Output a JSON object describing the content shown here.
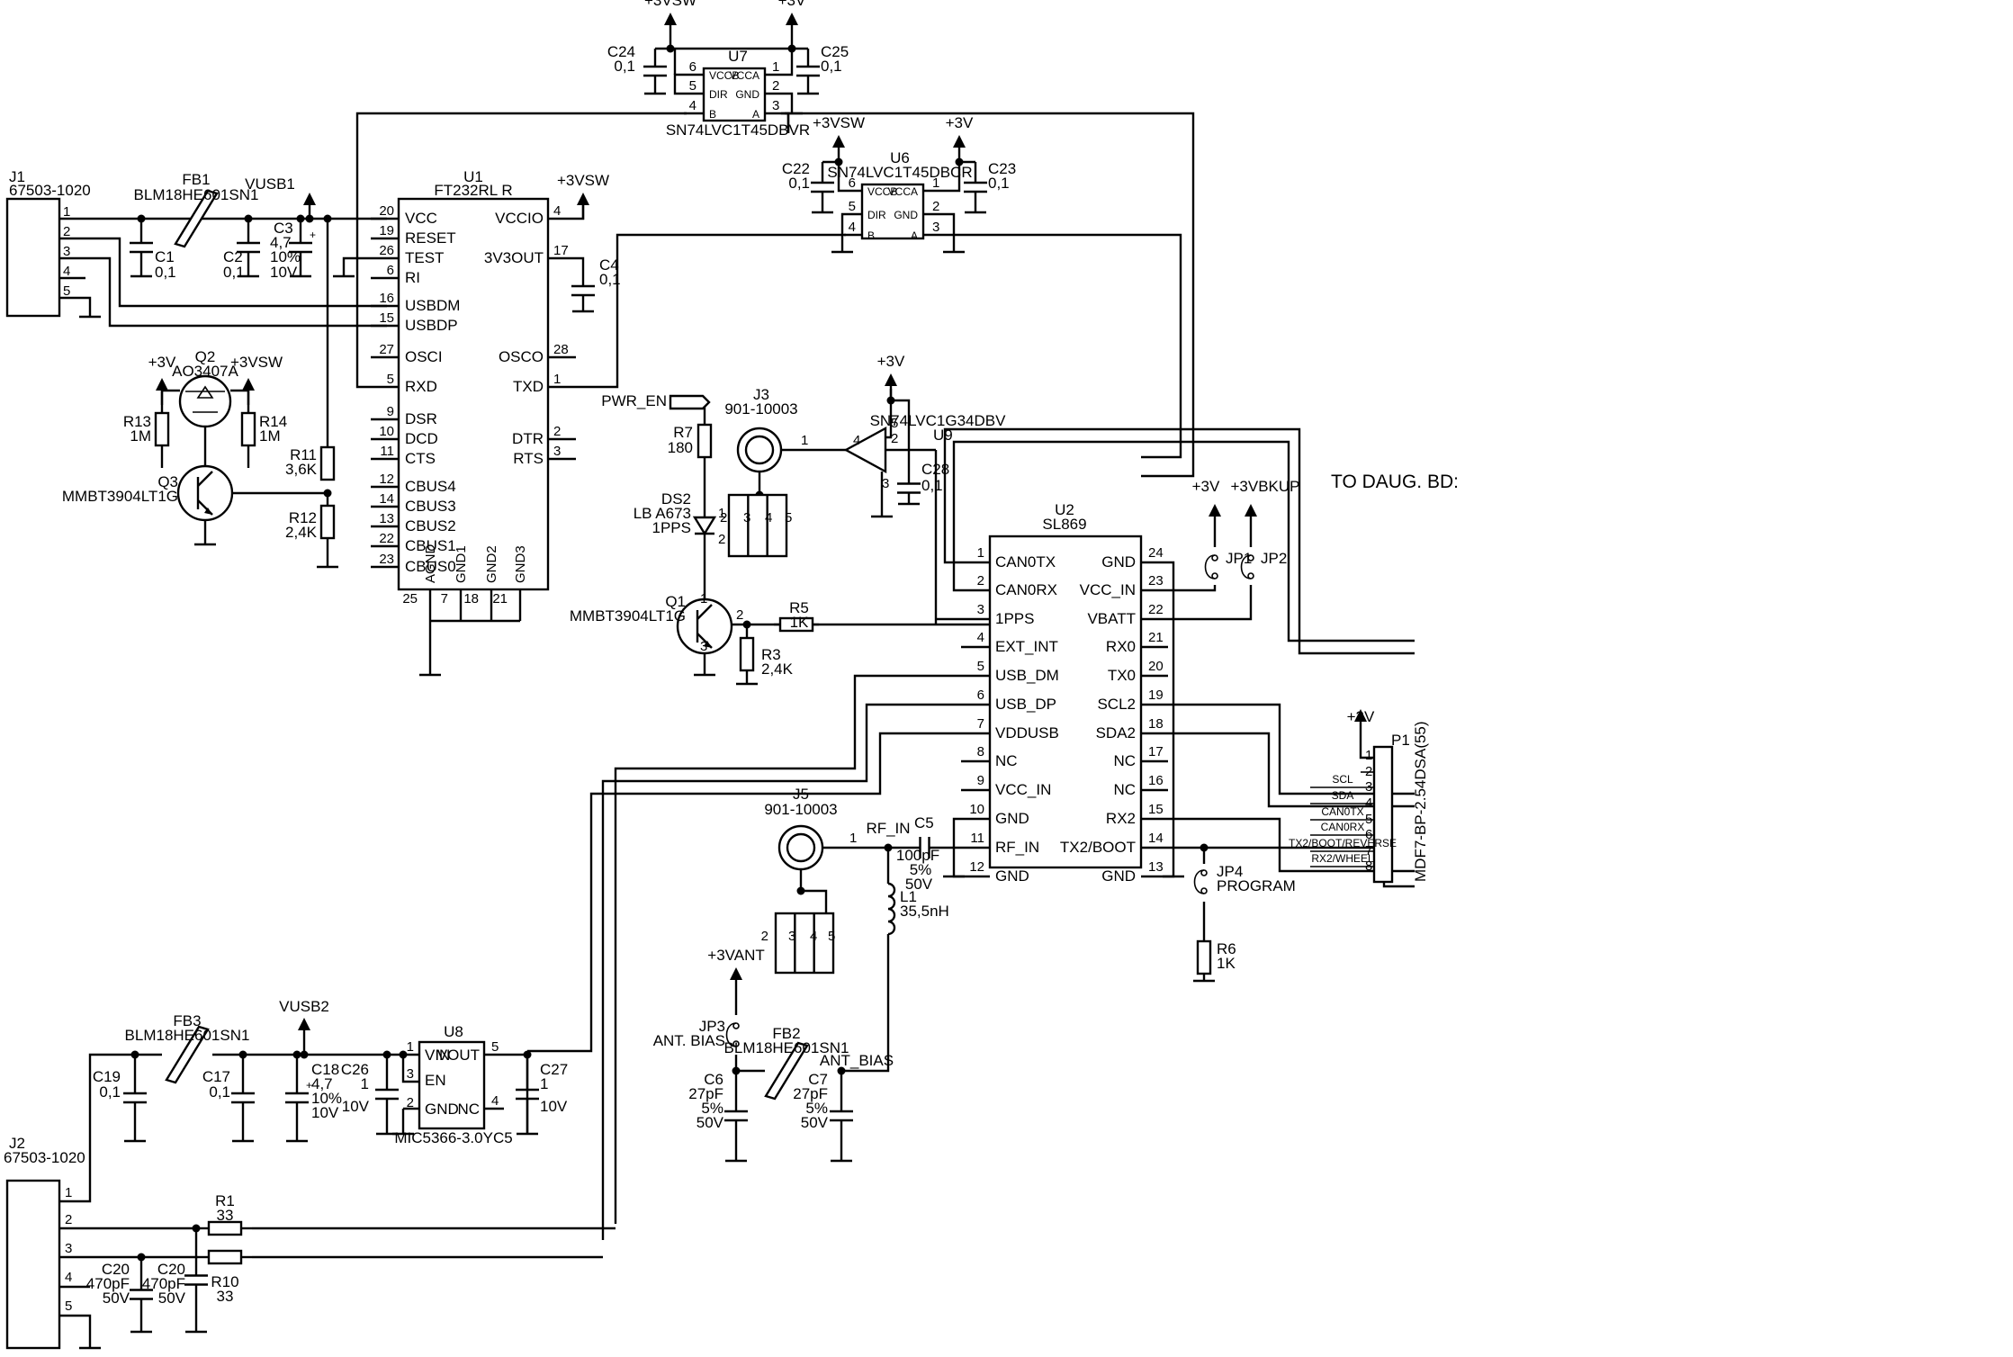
{
  "heading": "TO DAUG. BD:",
  "connector_p1": {
    "ref": "P1",
    "part": "MDF7-BP-2.54DSA(55)",
    "signals": [
      "SCL",
      "SDA",
      "CAN0TX",
      "CAN0RX",
      "TX2/BOOT/REVERSE",
      "RX2/WHEEL"
    ],
    "pins": [
      "1",
      "2",
      "3",
      "4",
      "5",
      "6",
      "7",
      "8"
    ]
  },
  "u1": {
    "ref": "U1",
    "part": "FT232RL R",
    "left_pins": [
      {
        "num": "20",
        "name": "VCC"
      },
      {
        "num": "19",
        "name": "RESET"
      },
      {
        "num": "26",
        "name": "TEST"
      },
      {
        "num": "6",
        "name": "RI"
      },
      {
        "num": "16",
        "name": "USBDM"
      },
      {
        "num": "15",
        "name": "USBDP"
      },
      {
        "num": "27",
        "name": "OSCI"
      },
      {
        "num": "5",
        "name": "RXD"
      },
      {
        "num": "9",
        "name": "DSR"
      },
      {
        "num": "10",
        "name": "DCD"
      },
      {
        "num": "11",
        "name": "CTS"
      },
      {
        "num": "12",
        "name": "CBUS4"
      },
      {
        "num": "14",
        "name": "CBUS3"
      },
      {
        "num": "13",
        "name": "CBUS2"
      },
      {
        "num": "22",
        "name": "CBUS1"
      },
      {
        "num": "23",
        "name": "CBUS0"
      }
    ],
    "right_pins": [
      {
        "num": "4",
        "name": "VCCIO"
      },
      {
        "num": "17",
        "name": "3V3OUT"
      },
      {
        "num": "28",
        "name": "OSCO"
      },
      {
        "num": "1",
        "name": "TXD"
      },
      {
        "num": "2",
        "name": "DTR"
      },
      {
        "num": "3",
        "name": "RTS"
      }
    ],
    "bottom_pins": [
      {
        "num": "25",
        "name": "AGND"
      },
      {
        "num": "7",
        "name": "GND1"
      },
      {
        "num": "18",
        "name": "GND2"
      },
      {
        "num": "21",
        "name": "GND3"
      }
    ]
  },
  "u2": {
    "ref": "U2",
    "part": "SL869",
    "left_pins": [
      {
        "num": "1",
        "name": "CAN0TX"
      },
      {
        "num": "2",
        "name": "CAN0RX"
      },
      {
        "num": "3",
        "name": "1PPS"
      },
      {
        "num": "4",
        "name": "EXT_INT"
      },
      {
        "num": "5",
        "name": "USB_DM"
      },
      {
        "num": "6",
        "name": "USB_DP"
      },
      {
        "num": "7",
        "name": "VDDUSB"
      },
      {
        "num": "8",
        "name": "NC"
      },
      {
        "num": "9",
        "name": "VCC_IN"
      },
      {
        "num": "10",
        "name": "GND"
      },
      {
        "num": "11",
        "name": "RF_IN"
      },
      {
        "num": "12",
        "name": "GND"
      }
    ],
    "right_pins": [
      {
        "num": "24",
        "name": "GND"
      },
      {
        "num": "23",
        "name": "VCC_IN"
      },
      {
        "num": "22",
        "name": "VBATT"
      },
      {
        "num": "21",
        "name": "RX0"
      },
      {
        "num": "20",
        "name": "TX0"
      },
      {
        "num": "19",
        "name": "SCL2"
      },
      {
        "num": "18",
        "name": "SDA2"
      },
      {
        "num": "17",
        "name": "NC"
      },
      {
        "num": "16",
        "name": "NC"
      },
      {
        "num": "15",
        "name": "RX2"
      },
      {
        "num": "14",
        "name": "TX2/BOOT"
      },
      {
        "num": "13",
        "name": "GND"
      }
    ]
  },
  "u6": {
    "ref": "U6",
    "part": "SN74LVC1T45DBCR",
    "pins": [
      {
        "num": "6",
        "name": "VCCB"
      },
      {
        "num": "5",
        "name": "DIR"
      },
      {
        "num": "4",
        "name": "B"
      },
      {
        "num": "1",
        "name": "VCCA"
      },
      {
        "num": "2",
        "name": "GND"
      },
      {
        "num": "3",
        "name": "A"
      }
    ]
  },
  "u7": {
    "ref": "U7",
    "part": "SN74LVC1T45DBVR",
    "pins": [
      {
        "num": "6",
        "name": "VCCB"
      },
      {
        "num": "5",
        "name": "DIR"
      },
      {
        "num": "4",
        "name": "B"
      },
      {
        "num": "1",
        "name": "VCCA"
      },
      {
        "num": "2",
        "name": "GND"
      },
      {
        "num": "3",
        "name": "A"
      }
    ]
  },
  "u8": {
    "ref": "U8",
    "part": "MIC5366-3.0YC5",
    "pins": [
      {
        "num": "1",
        "name": "VIN"
      },
      {
        "num": "3",
        "name": "EN"
      },
      {
        "num": "2",
        "name": "GND"
      },
      {
        "num": "5",
        "name": "VOUT"
      },
      {
        "num": "4",
        "name": "NC"
      }
    ]
  },
  "u9": {
    "ref": "U9",
    "part": "SN74LVC1G34DBV",
    "pins": [
      "1",
      "2",
      "3",
      "4",
      "5"
    ]
  },
  "connectors": {
    "j1": {
      "ref": "J1",
      "part": "67503-1020",
      "pins": [
        "1",
        "2",
        "3",
        "4",
        "5"
      ]
    },
    "j2": {
      "ref": "J2",
      "part": "67503-1020",
      "pins": [
        "1",
        "2",
        "3",
        "4",
        "5"
      ]
    },
    "j3": {
      "ref": "J3",
      "part": "901-10003",
      "pins": [
        "1",
        "2",
        "3",
        "4",
        "5"
      ]
    },
    "j5": {
      "ref": "J5",
      "part": "901-10003",
      "pins": [
        "1",
        "2",
        "3",
        "4",
        "5"
      ]
    }
  },
  "ferrites": {
    "fb1": {
      "ref": "FB1",
      "part": "BLM18HE601SN1"
    },
    "fb2": {
      "ref": "FB2",
      "part": "BLM18HE601SN1"
    },
    "fb3": {
      "ref": "FB3",
      "part": "BLM18HE601SN1"
    }
  },
  "capacitors": {
    "c1": {
      "ref": "C1",
      "val": "0,1"
    },
    "c2": {
      "ref": "C2",
      "val": "0,1"
    },
    "c3": {
      "ref": "C3",
      "val": "4,7",
      "tol": "10%",
      "volt": "10V"
    },
    "c4": {
      "ref": "C4",
      "val": "0,1"
    },
    "c5": {
      "ref": "C5",
      "val": "100pF",
      "tol": "5%",
      "volt": "50V"
    },
    "c6": {
      "ref": "C6",
      "val": "27pF",
      "tol": "5%",
      "volt": "50V"
    },
    "c7": {
      "ref": "C7",
      "val": "27pF",
      "tol": "5%",
      "volt": "50V"
    },
    "c17": {
      "ref": "C17",
      "val": "0,1"
    },
    "c18": {
      "ref": "C18",
      "val": "4,7",
      "tol": "10%",
      "volt": "10V"
    },
    "c19": {
      "ref": "C19",
      "val": "0,1"
    },
    "c20a": {
      "ref": "C20",
      "val": "470pF",
      "volt": "50V"
    },
    "c20b": {
      "ref": "C20",
      "val": "470pF",
      "volt": "50V"
    },
    "c22": {
      "ref": "C22",
      "val": "0,1"
    },
    "c23": {
      "ref": "C23",
      "val": "0,1"
    },
    "c24": {
      "ref": "C24",
      "val": "0,1"
    },
    "c25": {
      "ref": "C25",
      "val": "0,1"
    },
    "c26": {
      "ref": "C26",
      "val": "1",
      "volt": "10V"
    },
    "c27": {
      "ref": "C27",
      "val": "1",
      "volt": "10V"
    },
    "c28": {
      "ref": "C28",
      "val": "0,1"
    }
  },
  "resistors": {
    "r1": {
      "ref": "R1",
      "val": "33"
    },
    "r3": {
      "ref": "R3",
      "val": "2,4K"
    },
    "r5": {
      "ref": "R5",
      "val": "1K"
    },
    "r6": {
      "ref": "R6",
      "val": "1K"
    },
    "r7": {
      "ref": "R7",
      "val": "180"
    },
    "r10": {
      "ref": "R10",
      "val": "33"
    },
    "r11": {
      "ref": "R11",
      "val": "3,6K"
    },
    "r12": {
      "ref": "R12",
      "val": "2,4K"
    },
    "r13": {
      "ref": "R13",
      "val": "1M"
    },
    "r14": {
      "ref": "R14",
      "val": "1M"
    }
  },
  "inductor_l1": {
    "ref": "L1",
    "val": "35,5nH"
  },
  "transistors": {
    "q1": {
      "ref": "Q1",
      "part": "MMBT3904LT1G",
      "pins": [
        "1",
        "2",
        "3"
      ]
    },
    "q2": {
      "ref": "Q2",
      "part": "AO3407A"
    },
    "q3": {
      "ref": "Q3",
      "part": "MMBT3904LT1G"
    }
  },
  "led_ds2": {
    "ref": "DS2",
    "part": "LB A673",
    "label": "1PPS",
    "pins": [
      "1",
      "2"
    ]
  },
  "jumpers": {
    "jp1": {
      "ref": "JP1"
    },
    "jp2": {
      "ref": "JP2"
    },
    "jp3": {
      "ref": "JP3",
      "label": "ANT. BIAS"
    },
    "jp4": {
      "ref": "JP4",
      "label": "PROGRAM"
    }
  },
  "rails": {
    "p3vsw": "+3VSW",
    "p3v": "+3V",
    "vusb1": "VUSB1",
    "vusb2": "VUSB2",
    "p3vant": "+3VANT",
    "p3vbkup": "+3VBKUP"
  },
  "nets": {
    "pwr_en": "PWR_EN",
    "rf_in": "RF_IN",
    "ant_bias": "ANT_BIAS"
  }
}
